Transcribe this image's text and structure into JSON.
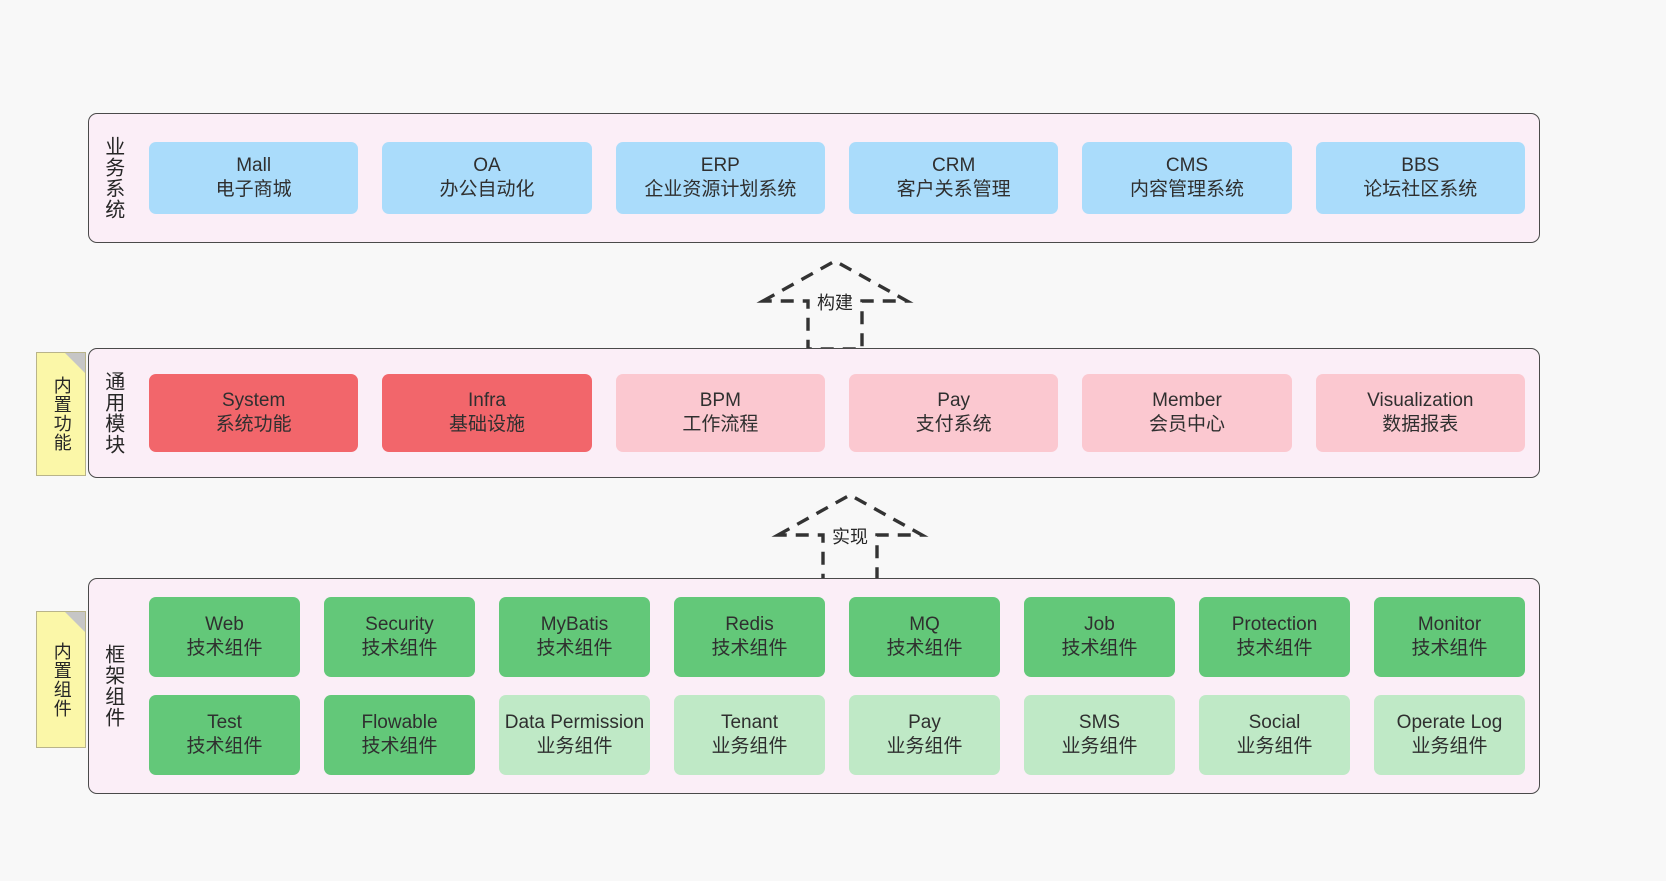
{
  "layers": [
    {
      "id": "business",
      "title": "业务系统",
      "rows": [
        {
          "cards": [
            {
              "title": "Mall",
              "sub": "电子商城",
              "color": "#aadcfb",
              "variant": "c-blue"
            },
            {
              "title": "OA",
              "sub": "办公自动化",
              "color": "#aadcfb",
              "variant": "c-blue"
            },
            {
              "title": "ERP",
              "sub": "企业资源计划系统",
              "color": "#aadcfb",
              "variant": "c-blue"
            },
            {
              "title": "CRM",
              "sub": "客户关系管理",
              "color": "#aadcfb",
              "variant": "c-blue"
            },
            {
              "title": "CMS",
              "sub": "内容管理系统",
              "color": "#aadcfb",
              "variant": "c-blue"
            },
            {
              "title": "BBS",
              "sub": "论坛社区系统",
              "color": "#aadcfb",
              "variant": "c-blue"
            }
          ]
        }
      ]
    },
    {
      "id": "common",
      "title": "通用模块",
      "rows": [
        {
          "cards": [
            {
              "title": "System",
              "sub": "系统功能",
              "color": "#f2666b",
              "variant": "c-red"
            },
            {
              "title": "Infra",
              "sub": "基础设施",
              "color": "#f2666b",
              "variant": "c-red"
            },
            {
              "title": "BPM",
              "sub": "工作流程",
              "color": "#fbc8d0",
              "variant": "c-pink"
            },
            {
              "title": "Pay",
              "sub": "支付系统",
              "color": "#fbc8d0",
              "variant": "c-pink"
            },
            {
              "title": "Member",
              "sub": "会员中心",
              "color": "#fbc8d0",
              "variant": "c-pink"
            },
            {
              "title": "Visualization",
              "sub": "数据报表",
              "color": "#fbc8d0",
              "variant": "c-pink"
            }
          ]
        }
      ]
    },
    {
      "id": "framework",
      "title": "框架组件",
      "rows": [
        {
          "cards": [
            {
              "title": "Web",
              "sub": "技术组件",
              "color": "#63c879",
              "variant": "c-green"
            },
            {
              "title": "Security",
              "sub": "技术组件",
              "color": "#63c879",
              "variant": "c-green"
            },
            {
              "title": "MyBatis",
              "sub": "技术组件",
              "color": "#63c879",
              "variant": "c-green"
            },
            {
              "title": "Redis",
              "sub": "技术组件",
              "color": "#63c879",
              "variant": "c-green"
            },
            {
              "title": "MQ",
              "sub": "技术组件",
              "color": "#63c879",
              "variant": "c-green"
            },
            {
              "title": "Job",
              "sub": "技术组件",
              "color": "#63c879",
              "variant": "c-green"
            },
            {
              "title": "Protection",
              "sub": "技术组件",
              "color": "#63c879",
              "variant": "c-green"
            },
            {
              "title": "Monitor",
              "sub": "技术组件",
              "color": "#63c879",
              "variant": "c-green"
            }
          ]
        },
        {
          "cards": [
            {
              "title": "Test",
              "sub": "技术组件",
              "color": "#63c879",
              "variant": "c-green"
            },
            {
              "title": "Flowable",
              "sub": "技术组件",
              "color": "#63c879",
              "variant": "c-green"
            },
            {
              "title": "Data Permission",
              "sub": "业务组件",
              "color": "#bfe9c6",
              "variant": "c-green-light"
            },
            {
              "title": "Tenant",
              "sub": "业务组件",
              "color": "#bfe9c6",
              "variant": "c-green-light"
            },
            {
              "title": "Pay",
              "sub": "业务组件",
              "color": "#bfe9c6",
              "variant": "c-green-light"
            },
            {
              "title": "SMS",
              "sub": "业务组件",
              "color": "#bfe9c6",
              "variant": "c-green-light"
            },
            {
              "title": "Social",
              "sub": "业务组件",
              "color": "#bfe9c6",
              "variant": "c-green-light"
            },
            {
              "title": "Operate Log",
              "sub": "业务组件",
              "color": "#bfe9c6",
              "variant": "c-green-light"
            }
          ]
        }
      ]
    }
  ],
  "sticky_notes": [
    {
      "id": "builtin-function",
      "label": "内置功能",
      "color": "#fbf7a8"
    },
    {
      "id": "builtin-component",
      "label": "内置组件",
      "color": "#fbf7a8"
    }
  ],
  "connectors": [
    {
      "id": "build",
      "label": "构建"
    },
    {
      "id": "impl",
      "label": "实现"
    }
  ],
  "colors": {
    "background": "#f8f8f8",
    "layer_background": "#fbeef7",
    "layer_border": "#4a4a4a",
    "connector_stroke": "#333333"
  }
}
